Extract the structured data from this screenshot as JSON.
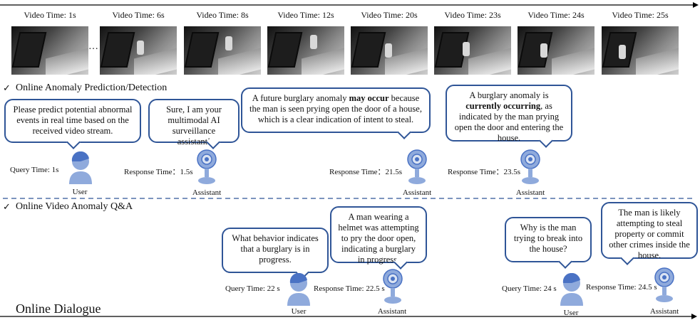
{
  "frames": [
    {
      "label": "Video Time: 1s"
    },
    {
      "label": "Video Time: 6s"
    },
    {
      "label": "Video Time: 8s"
    },
    {
      "label": "Video Time: 12s"
    },
    {
      "label": "Video Time: 20s"
    },
    {
      "label": "Video Time: 23s"
    },
    {
      "label": "Video Time: 24s"
    },
    {
      "label": "Video Time: 25s"
    }
  ],
  "ellipsis": "…",
  "section1": {
    "title": "Online Anomaly Prediction/Detection",
    "user_bubble": "Please  predict potential abnormal events in real time based on the received video stream.",
    "assistant_bubble": "Sure, I am your multimodal AI surveillance assistant!",
    "prediction_bubble_pre": "A future burglary anomaly ",
    "prediction_bubble_bold": "may occur",
    "prediction_bubble_post": " because the man is seen prying open the door of a house, which is a clear indication of intent to steal.",
    "detection_bubble_pre": "A burglary anomaly is ",
    "detection_bubble_bold": "currently occurring",
    "detection_bubble_post": ", as indicated by the man prying open the door and entering the house.",
    "query_time": "Query Time:  1s",
    "response_time_1": "Response Time：1.5s",
    "response_time_2": "Response Time：21.5s",
    "response_time_3": "Response Time：23.5s"
  },
  "section2": {
    "title": "Online Video Anomaly Q&A",
    "q1_bubble": "What behavior indicates that a burglary is in progress.",
    "a1_bubble": "A man wearing a helmet was attempting to pry the door open, indicating a burglary in progress.",
    "q2_bubble": "Why is the man trying to break into the house?",
    "a2_bubble": "The man is likely attempting to steal property or commit other crimes inside the house.",
    "query_time_1": "Query Time: 22 s",
    "response_time_1": "Response Time: 22.5 s",
    "query_time_2": "Query Time: 24 s",
    "response_time_2": "Response Time: 24.5 s"
  },
  "roles": {
    "user": "User",
    "assistant": "Assistant"
  },
  "footer_title": "Online Dialogue",
  "check_mark": "✓",
  "colors": {
    "bubble_border": "#2f5597",
    "icon_fill": "#8faadc",
    "icon_dark": "#4a72c4",
    "divider": "#2f5597"
  }
}
